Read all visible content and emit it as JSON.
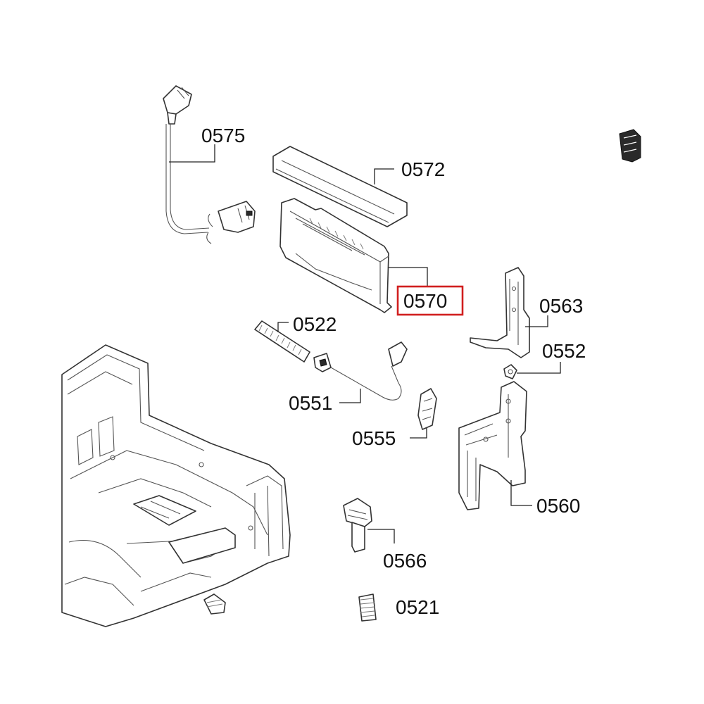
{
  "diagram": {
    "labels": {
      "l0575": "0575",
      "l0572": "0572",
      "l0570": "0570",
      "l0563": "0563",
      "l0552": "0552",
      "l0522": "0522",
      "l0551": "0551",
      "l0555": "0555",
      "l0560": "0560",
      "l0566": "0566",
      "l0521": "0521"
    },
    "highlighted_part": "0570",
    "highlight_color": "#d11f1f",
    "line_color": "#333333"
  }
}
